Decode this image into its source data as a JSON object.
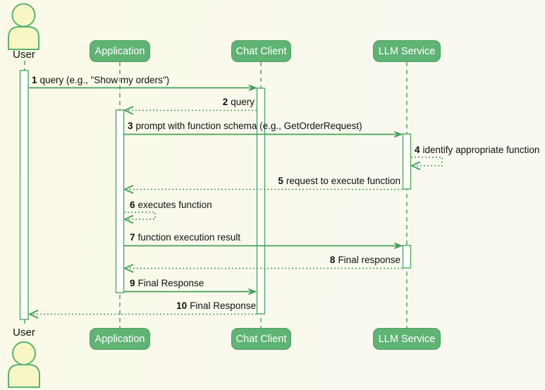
{
  "diagram_type": "uml-sequence-diagram",
  "actors": {
    "top": "User",
    "bottom": "User"
  },
  "participants": [
    {
      "label": "Application"
    },
    {
      "label": "Chat Client"
    },
    {
      "label": "LLM Service"
    }
  ],
  "messages": [
    {
      "num": "1",
      "text": "query (e.g., \"Show my orders\")",
      "from": "User",
      "to": "Chat Client",
      "line": "solid"
    },
    {
      "num": "2",
      "text": "query",
      "from": "Chat Client",
      "to": "Application",
      "line": "dotted"
    },
    {
      "num": "3",
      "text": "prompt with function schema (e.g., GetOrderRequest)",
      "from": "Application",
      "to": "LLM Service",
      "line": "solid"
    },
    {
      "num": "4",
      "text": "identify appropriate function",
      "from": "LLM Service",
      "to": "LLM Service",
      "line": "dotted"
    },
    {
      "num": "5",
      "text": "request to execute function",
      "from": "LLM Service",
      "to": "Application",
      "line": "dotted"
    },
    {
      "num": "6",
      "text": "executes function",
      "from": "Application",
      "to": "Application",
      "line": "dotted"
    },
    {
      "num": "7",
      "text": "function execution result",
      "from": "Application",
      "to": "LLM Service",
      "line": "solid"
    },
    {
      "num": "8",
      "text": "Final response",
      "from": "LLM Service",
      "to": "Application",
      "line": "dotted"
    },
    {
      "num": "9",
      "text": "Final Response",
      "from": "Application",
      "to": "Chat Client",
      "line": "solid"
    },
    {
      "num": "10",
      "text": "Final Response",
      "from": "Chat Client",
      "to": "User",
      "line": "dotted"
    }
  ],
  "colors": {
    "background_left": "#fbfae7",
    "background_right": "#f9f9f2",
    "participant_fill": "#5fb374",
    "participant_border": "#4f9e62",
    "participant_text": "#ffffff",
    "message_line": "#43a05a",
    "lifeline": "#4fa862",
    "activation_fill": "#ffffff",
    "actor_fill": "#f7f7c6",
    "actor_border": "#5cb271",
    "text": "#111111"
  }
}
